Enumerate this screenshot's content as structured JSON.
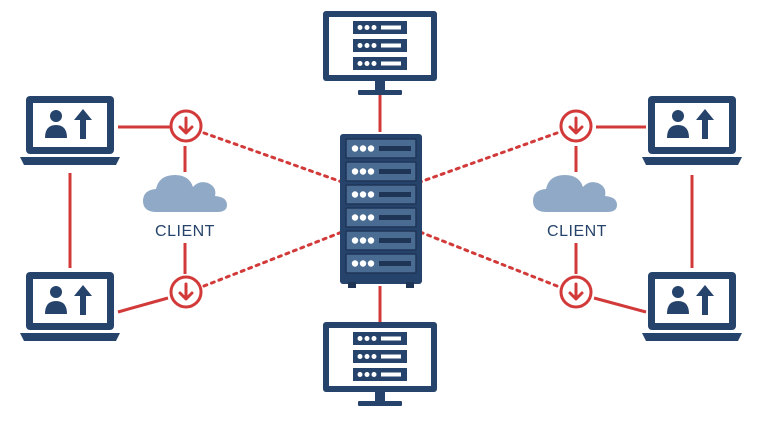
{
  "labels": {
    "left_cloud": "CLIENT",
    "right_cloud": "CLIENT"
  },
  "colors": {
    "navy": "#26436b",
    "server_blue": "#4a6c93",
    "server_dark": "#1f3556",
    "red": "#d23a3a",
    "cloud": "#8fa9c6",
    "background": "#ffffff"
  },
  "icons": {
    "laptop": "laptop-icon",
    "user": "user-icon",
    "upload": "upload-arrow-icon",
    "download": "download-arrow-icon",
    "cloud": "cloud-icon",
    "server_rack": "server-rack-icon",
    "monitor_server": "monitor-server-icon"
  },
  "nodes": {
    "laptops": [
      "laptop-top-left",
      "laptop-bottom-left",
      "laptop-top-right",
      "laptop-bottom-right"
    ],
    "monitors": [
      "monitor-top",
      "monitor-bottom"
    ],
    "download_badges": [
      "download-top-left",
      "download-bottom-left",
      "download-top-right",
      "download-bottom-right"
    ]
  }
}
